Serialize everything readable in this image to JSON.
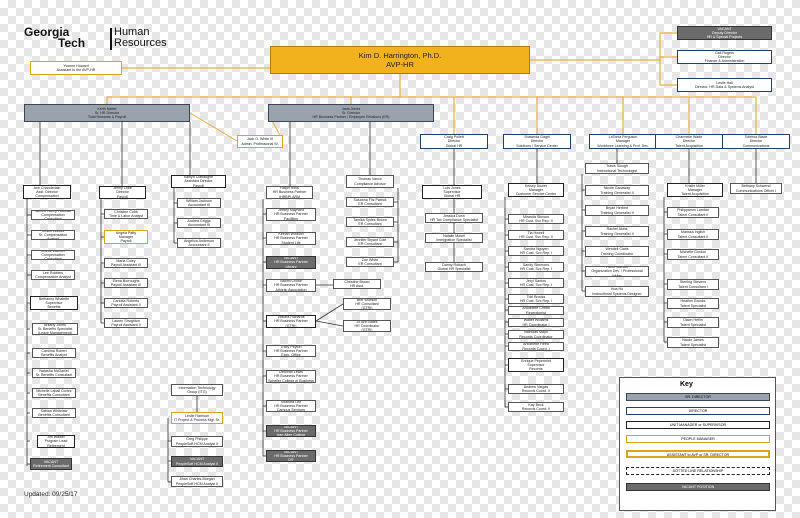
{
  "logo": {
    "line1": "Georgia",
    "line2": "Tech",
    "line3": "Human",
    "line4": "Resources"
  },
  "updated": "Updated: 09/25/17",
  "key": {
    "title": "Key",
    "items": [
      "SR. DIRECTOR",
      "DIRECTOR",
      "UNIT MANAGER or SUPERVISOR",
      "PEOPLE MANAGER",
      "ASSISTANT to AVP or SR. DIRECTOR",
      "DOTTED LINE RELATIONSHIP",
      "VACANT POSITION"
    ]
  },
  "boxes": [
    {
      "id": "avp",
      "lines": [
        "Kim D. Harrington, Ph.D.",
        "AVP-HR"
      ],
      "kind": "avp"
    },
    {
      "id": "asst-avp",
      "lines": [
        "Yvonne Howard",
        "Assistant to the AVP-HR"
      ],
      "kind": "ppl"
    },
    {
      "id": "vac-top",
      "lines": [
        "VACANT",
        "Deputy Director",
        "HR & Special Projects"
      ],
      "kind": "vac"
    },
    {
      "id": "fin",
      "lines": [
        "Gail Rogers",
        "Director",
        "Finance & Administration"
      ],
      "kind": "dir"
    },
    {
      "id": "hris",
      "lines": [
        "Leslie Hall",
        "Director, HR Data & Systems Analyst"
      ],
      "kind": "dir"
    },
    {
      "id": "tr",
      "lines": [
        "Keith Mattel",
        "Sr. HR Director",
        "Total Rewards & Payroll"
      ],
      "kind": "sr"
    },
    {
      "id": "hrbp",
      "lines": [
        "Jada Jones",
        "Sr. Director",
        "HR Business Partner / Employee Relations (ER)"
      ],
      "kind": "sr"
    },
    {
      "id": "white",
      "lines": [
        "Jack G. White III",
        "Admin. Professional Sr."
      ],
      "kind": "ppl"
    },
    {
      "id": "craig",
      "lines": [
        "Craig Pollett",
        "Director",
        "Global HR"
      ],
      "kind": "dir"
    },
    {
      "id": "gabe",
      "lines": [
        "Shawnda Gagel",
        "Director",
        "Solutions / Service Center"
      ],
      "kind": "dir"
    },
    {
      "id": "ltf",
      "lines": [
        "LaTonia Ferguson",
        "Manager",
        "Workforce Learning & Prof. Dev."
      ],
      "kind": "dir"
    },
    {
      "id": "charm",
      "lines": [
        "Charmelle Wade",
        "Director",
        "Talent Acquisition"
      ],
      "kind": "dir"
    },
    {
      "id": "tsb",
      "lines": [
        "Tolerina Blade",
        "Director",
        "Communications"
      ],
      "kind": "dir"
    },
    {
      "id": "ac",
      "lines": [
        "Anh Chanderlain",
        "Asst. Director",
        "Compensation"
      ],
      "kind": "mgr"
    },
    {
      "id": "jl",
      "lines": [
        "Jenny Lobe",
        "Director",
        "Payroll"
      ],
      "kind": "mgr"
    },
    {
      "id": "kc",
      "lines": [
        "Kaitlyn Clabaughe",
        "Assistant Director",
        "Payroll"
      ],
      "kind": "mgr"
    },
    {
      "id": "rm",
      "lines": [
        "Ralph Ross",
        "HR Business Partner",
        "(HRBP) ARM"
      ],
      "kind": ""
    },
    {
      "id": "tc",
      "lines": [
        "Thomas Vance",
        "Compliance Advisor"
      ],
      "kind": ""
    },
    {
      "id": "lj",
      "lines": [
        "Luis Jones",
        "Supervisor",
        "Global HR"
      ],
      "kind": "mgr"
    },
    {
      "id": "kd",
      "lines": [
        "Kelsey Dozier",
        "Manager",
        "Customer Service Center"
      ],
      "kind": "mgr"
    },
    {
      "id": "ts",
      "lines": [
        "Travis Slough",
        "Instructional Technologist"
      ],
      "kind": ""
    },
    {
      "id": "ka",
      "lines": [
        "Kristle Miller",
        "Manager",
        "Talent Acquisition"
      ],
      "kind": "mgr"
    },
    {
      "id": "bs",
      "lines": [
        "Bethany Schwend",
        "Communications Officer I"
      ],
      "kind": ""
    },
    {
      "id": "c1",
      "lines": [
        "James Holley Thomas",
        "Compensation Consultant"
      ],
      "kind": ""
    },
    {
      "id": "c2",
      "lines": [
        "Kristin Woods",
        "Sr. Compensation Analyst"
      ],
      "kind": ""
    },
    {
      "id": "c3",
      "lines": [
        "Velerie Wanner",
        "Compensation Consultant"
      ],
      "kind": ""
    },
    {
      "id": "c4",
      "lines": [
        "Lee Robbins",
        "Compensation Analyst"
      ],
      "kind": ""
    },
    {
      "id": "bw",
      "lines": [
        "Bethanny Whalette",
        "Supervisor",
        "Benefits"
      ],
      "kind": "mgr"
    },
    {
      "id": "b1",
      "lines": [
        "Britany Jones",
        "Sr. Benefits Specialist",
        "(Leave Management)"
      ],
      "kind": ""
    },
    {
      "id": "b2",
      "lines": [
        "Carolina Robert",
        "Benefits Analyst"
      ],
      "kind": ""
    },
    {
      "id": "b3",
      "lines": [
        "Natasha McDaniel",
        "Sr. Benefits Consultant"
      ],
      "kind": ""
    },
    {
      "id": "b4",
      "lines": [
        "Michelle Labali Cortez",
        "Benefits Consultant"
      ],
      "kind": ""
    },
    {
      "id": "b5",
      "lines": [
        "Sabian Whitelaw",
        "Benefits Consultant"
      ],
      "kind": ""
    },
    {
      "id": "jh",
      "lines": [
        "Jim Walker",
        "Program Lead",
        "Retirement"
      ],
      "kind": "mgr"
    },
    {
      "id": "vr",
      "lines": [
        "VACANT",
        "Retirement Consultant"
      ],
      "kind": "vac"
    },
    {
      "id": "p1",
      "lines": [
        "Christine Cobb",
        "Time & Labor Analyst"
      ],
      "kind": ""
    },
    {
      "id": "ap",
      "lines": [
        "Angela Patty",
        "Manager",
        "Payroll"
      ],
      "kind": "ppl"
    },
    {
      "id": "p2",
      "lines": [
        "Maria Coley",
        "Payroll Assistant III"
      ],
      "kind": ""
    },
    {
      "id": "p3",
      "lines": [
        "Elena Burroughs",
        "Payroll Assistant III"
      ],
      "kind": ""
    },
    {
      "id": "p4",
      "lines": [
        "Carlotta Roberts",
        "Payroll Assistant II"
      ],
      "kind": ""
    },
    {
      "id": "p5",
      "lines": [
        "Lauren Stroghton",
        "Payroll Assistant II"
      ],
      "kind": ""
    },
    {
      "id": "k1",
      "lines": [
        "William Jackson",
        "Accountant III"
      ],
      "kind": ""
    },
    {
      "id": "k2",
      "lines": [
        "Andrea Griggs",
        "Accountant III"
      ],
      "kind": ""
    },
    {
      "id": "k3",
      "lines": [
        "Angelica Anderson",
        "Accountant II"
      ],
      "kind": ""
    },
    {
      "id": "h1",
      "lines": [
        "Jeffrey Maynard",
        "HR Business Partner",
        "Facilities"
      ],
      "kind": ""
    },
    {
      "id": "h2",
      "lines": [
        "Keelan Winston",
        "HR Business Partner",
        "Student Life"
      ],
      "kind": ""
    },
    {
      "id": "h3",
      "lines": [
        "VACANT",
        "HR Business Partner",
        "Library"
      ],
      "kind": "vac"
    },
    {
      "id": "h4",
      "lines": [
        "Naomi Crowe",
        "HR Business Partner",
        "Athletic Association"
      ],
      "kind": ""
    },
    {
      "id": "h5",
      "lines": [
        "Victoria Richards",
        "HR Business Partner",
        "(GTRI)"
      ],
      "kind": "mgr"
    },
    {
      "id": "h6",
      "lines": [
        "Tracy Peyton",
        "HR Business Partner",
        "Exec. Office"
      ],
      "kind": ""
    },
    {
      "id": "h7",
      "lines": [
        "Deborah Lewis",
        "HR Business Partner",
        "Scheller College of Business"
      ],
      "kind": ""
    },
    {
      "id": "h8",
      "lines": [
        "Shandra Lee",
        "HR Business Partner",
        "Campus Services"
      ],
      "kind": ""
    },
    {
      "id": "h9",
      "lines": [
        "VACANT",
        "HR Business Partner",
        "Ivan Allen College"
      ],
      "kind": "vac"
    },
    {
      "id": "h10",
      "lines": [
        "VACANT",
        "HR Business Partner",
        "OIT"
      ],
      "kind": "vac"
    },
    {
      "id": "e1",
      "lines": [
        "Susanna Fitz Patrick",
        "ER Consultant"
      ],
      "kind": ""
    },
    {
      "id": "e2",
      "lines": [
        "Tamika Sydes Brown",
        "ER Consultant"
      ],
      "kind": ""
    },
    {
      "id": "e3",
      "lines": [
        "Jennifer Bryant Cole",
        "ER Consultant"
      ],
      "kind": ""
    },
    {
      "id": "e4",
      "lines": [
        "Zoe White",
        "ER Consultant"
      ],
      "kind": ""
    },
    {
      "id": "e5",
      "lines": [
        "Christine Brown",
        "HR Asst."
      ],
      "kind": ""
    },
    {
      "id": "e6",
      "lines": [
        "Bret Wolfson",
        "HR Consultant",
        "(GTRI)"
      ],
      "kind": ""
    },
    {
      "id": "e7",
      "lines": [
        "Jo Ann Bates",
        "HR Coordinator",
        "(GTRI)"
      ],
      "kind": ""
    },
    {
      "id": "it",
      "lines": [
        "Information Technology",
        "Group (ITG)"
      ],
      "kind": ""
    },
    {
      "id": "i1",
      "lines": [
        "Leslie Harrison",
        "IT Project & Process Mgr. Sr."
      ],
      "kind": "ppl"
    },
    {
      "id": "i2",
      "lines": [
        "Greg Philippe",
        "PeopleSoft HCM Analyst II"
      ],
      "kind": ""
    },
    {
      "id": "i3",
      "lines": [
        "VACANT",
        "PeopleSoft HCM Analyst II"
      ],
      "kind": "vac"
    },
    {
      "id": "i4",
      "lines": [
        "Jihan Charles-Morgan",
        "PeopleSoft HCM Analyst II"
      ],
      "kind": ""
    },
    {
      "id": "g1",
      "lines": [
        "Jessica Dunn",
        "HR Tax Compliance Specialist"
      ],
      "kind": ""
    },
    {
      "id": "g2",
      "lines": [
        "Natalie Mosel",
        "Immigration Specialist"
      ],
      "kind": ""
    },
    {
      "id": "g3",
      "lines": [
        "Danny Robach",
        "Global HR Specialist"
      ],
      "kind": ""
    },
    {
      "id": "s1",
      "lines": [
        "Miranda Stinson",
        "HR Cust. Svc Rep. II"
      ],
      "kind": ""
    },
    {
      "id": "s2",
      "lines": [
        "Tia Howell",
        "HR Cust. Svc Rep. II"
      ],
      "kind": ""
    },
    {
      "id": "s3",
      "lines": [
        "Sandra Nguyen",
        "HR Cust. Svc Rep. I"
      ],
      "kind": ""
    },
    {
      "id": "s4",
      "lines": [
        "Sandy Simmons",
        "HR Cust. Svc Rep. I"
      ],
      "kind": ""
    },
    {
      "id": "s5",
      "lines": [
        "Jeryl Santos",
        "HR Cust. Svc Rep. I"
      ],
      "kind": ""
    },
    {
      "id": "s6",
      "lines": [
        "Toki Brooks",
        "HR Cust. Svc Rep. I"
      ],
      "kind": ""
    },
    {
      "id": "s7",
      "lines": [
        "Antoinette Cribbs",
        "Receptionist"
      ],
      "kind": ""
    },
    {
      "id": "s8",
      "lines": [
        "Walter Williams",
        "HR Coordinator I"
      ],
      "kind": ""
    },
    {
      "id": "s9",
      "lines": [
        "Nicholas Mayo",
        "Records Coordinator"
      ],
      "kind": ""
    },
    {
      "id": "s10",
      "lines": [
        "Antoinette Reed",
        "Records Coord. I"
      ],
      "kind": ""
    },
    {
      "id": "sg",
      "lines": [
        "Enrique Pepermint",
        "Supervisor",
        "Records"
      ],
      "kind": "mgr"
    },
    {
      "id": "s11",
      "lines": [
        "Andrew Vargas",
        "Records Coord. II"
      ],
      "kind": ""
    },
    {
      "id": "s12",
      "lines": [
        "Kay Beck",
        "Records Coord. II"
      ],
      "kind": ""
    },
    {
      "id": "w1",
      "lines": [
        "Nicole Ganaway",
        "Training Generalist II"
      ],
      "kind": ""
    },
    {
      "id": "w2",
      "lines": [
        "Bryan Herbert",
        "Training Generalist II"
      ],
      "kind": ""
    },
    {
      "id": "w3",
      "lines": [
        "Rachel Akins",
        "Training Generalist II"
      ],
      "kind": ""
    },
    {
      "id": "w4",
      "lines": [
        "Wendell Claris",
        "Training Coordinator"
      ],
      "kind": ""
    },
    {
      "id": "w5",
      "lines": [
        "Pablo Samuel",
        "Organization Dev. / Professional Writer"
      ],
      "kind": ""
    },
    {
      "id": "w6",
      "lines": [
        "Hoa Ho",
        "Instructional Systems Designer"
      ],
      "kind": ""
    },
    {
      "id": "t1",
      "lines": [
        "Philippamm Lamfan",
        "Talent Consultant II"
      ],
      "kind": ""
    },
    {
      "id": "t2",
      "lines": [
        "Marissa Inglish",
        "Talent Consultant II"
      ],
      "kind": ""
    },
    {
      "id": "t3",
      "lines": [
        "Michelle Gordon",
        "Talent Consultant II"
      ],
      "kind": ""
    },
    {
      "id": "t4",
      "lines": [
        "Sterling Stevens",
        "Talent Consultant I"
      ],
      "kind": ""
    },
    {
      "id": "t5",
      "lines": [
        "Heather Brooks",
        "Talent Specialist"
      ],
      "kind": ""
    },
    {
      "id": "t6",
      "lines": [
        "Dawn Heflin",
        "Talent Specialist"
      ],
      "kind": ""
    },
    {
      "id": "t7",
      "lines": [
        "Nicole James",
        "Talent Specialist"
      ],
      "kind": ""
    }
  ]
}
